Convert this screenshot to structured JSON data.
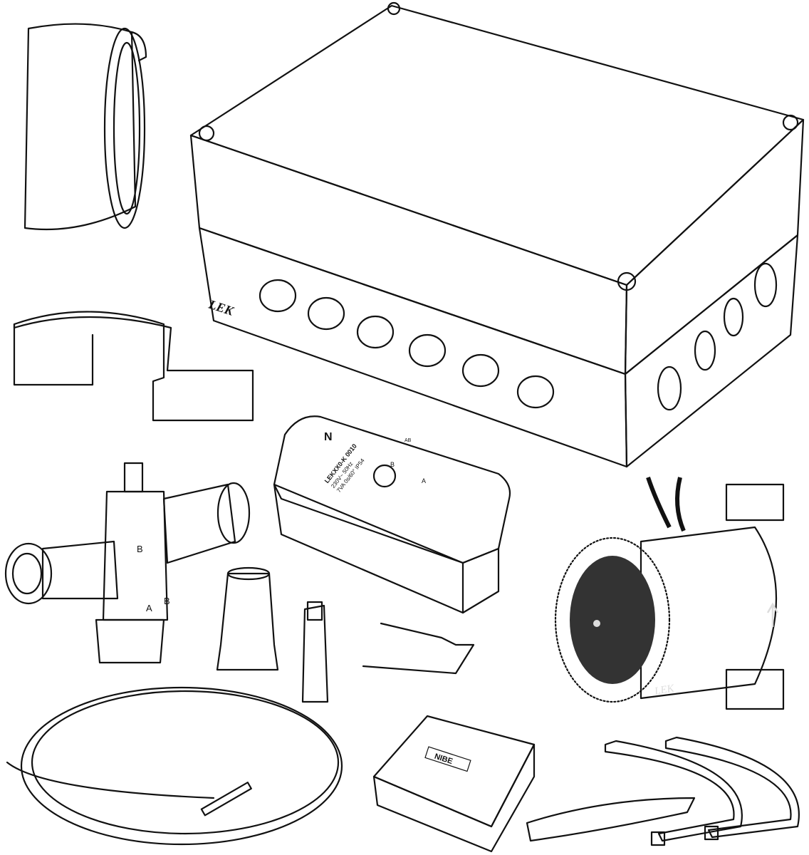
{
  "title": "LEK accessory kit contents",
  "components": {
    "control_box": {
      "label": "LEK"
    },
    "actuator": {
      "letter": "N",
      "model": "LEKXX0-K 0010",
      "rating_line1": "230V~ 50Hz",
      "rating_line2": "7VA 0s/60° IP54",
      "port_b": "B",
      "port_a": "A",
      "port_ab": "AB"
    },
    "valve": {
      "port_b": "B",
      "port_a": "A",
      "port_ab": "B"
    },
    "pump": {
      "label": "LEK"
    },
    "sensor_box": {
      "logo": "NIBE"
    }
  },
  "colors": {
    "line": "#111111",
    "pump_body": "#2b2b2b",
    "background": "#ffffff"
  }
}
